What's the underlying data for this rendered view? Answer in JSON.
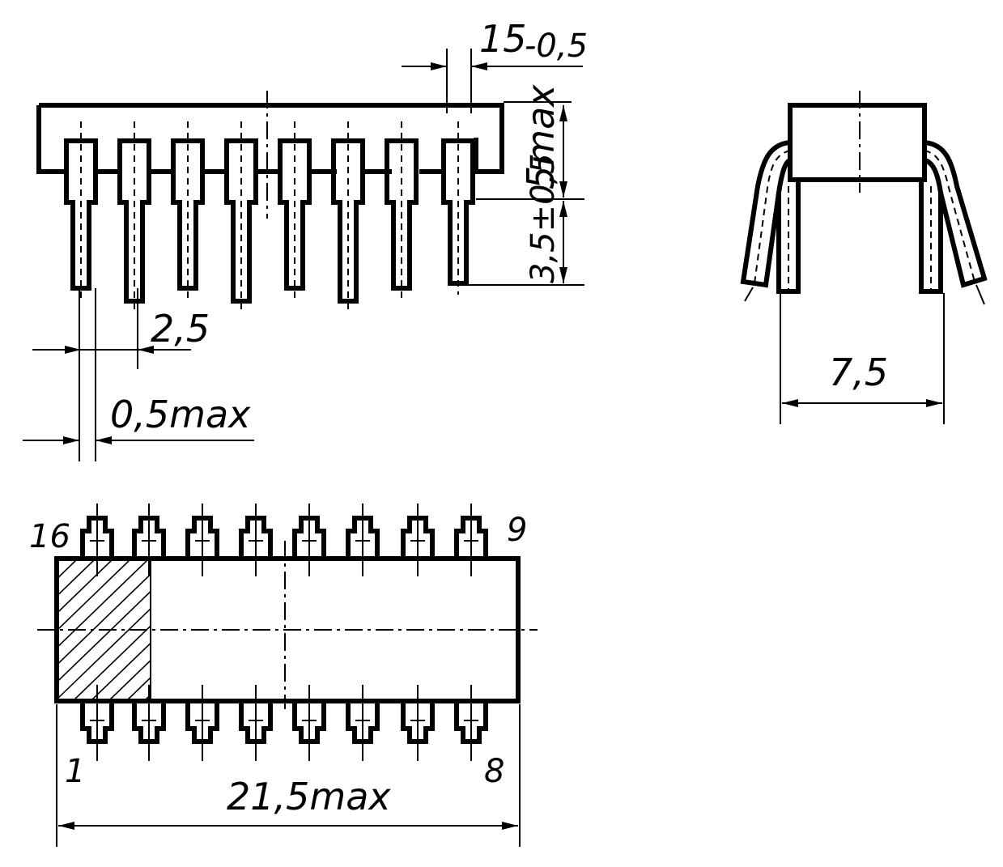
{
  "figure": {
    "dimensions": {
      "lead_thickness": "15",
      "lead_thickness_tol": "-0,5",
      "body_height": "5max",
      "lead_length": "3,5±0,5",
      "pitch": "2,5",
      "lead_width": "0,5max",
      "row_spacing": "7,5",
      "body_length": "21,5max"
    },
    "pins": {
      "top_left": "16",
      "top_right": "9",
      "bottom_left": "1",
      "bottom_right": "8"
    }
  }
}
